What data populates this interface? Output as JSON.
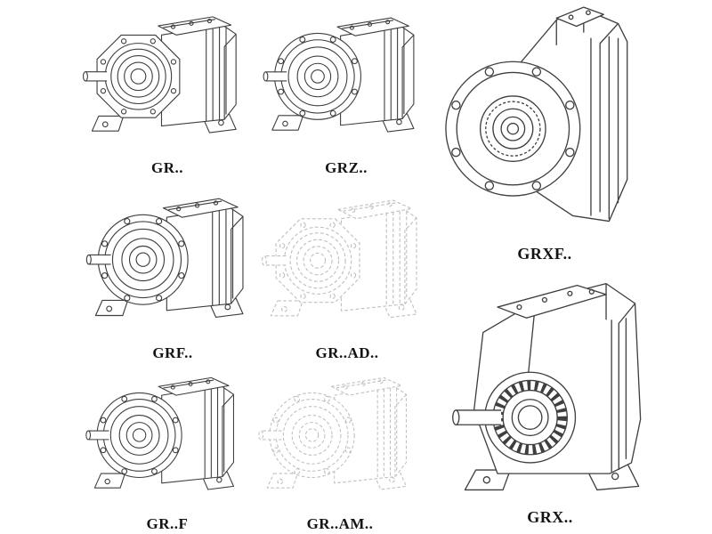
{
  "page": {
    "background": "#ffffff",
    "line_color": "#3f3f3f",
    "ghost_line_color": "#c0c0c0",
    "label_color": "#141414"
  },
  "figures": [
    {
      "id": "gr",
      "label": "GR..",
      "line_style": "solid"
    },
    {
      "id": "grz",
      "label": "GRZ..",
      "line_style": "solid"
    },
    {
      "id": "grxf",
      "label": "GRXF..",
      "line_style": "solid"
    },
    {
      "id": "grf",
      "label": "GRF..",
      "line_style": "solid"
    },
    {
      "id": "gr-ad",
      "label": "GR..AD..",
      "line_style": "dashed"
    },
    {
      "id": "gr-f",
      "label": "GR..F",
      "line_style": "solid"
    },
    {
      "id": "gr-am",
      "label": "GR..AM..",
      "line_style": "dashed"
    },
    {
      "id": "grx",
      "label": "GRX..",
      "line_style": "solid"
    }
  ]
}
